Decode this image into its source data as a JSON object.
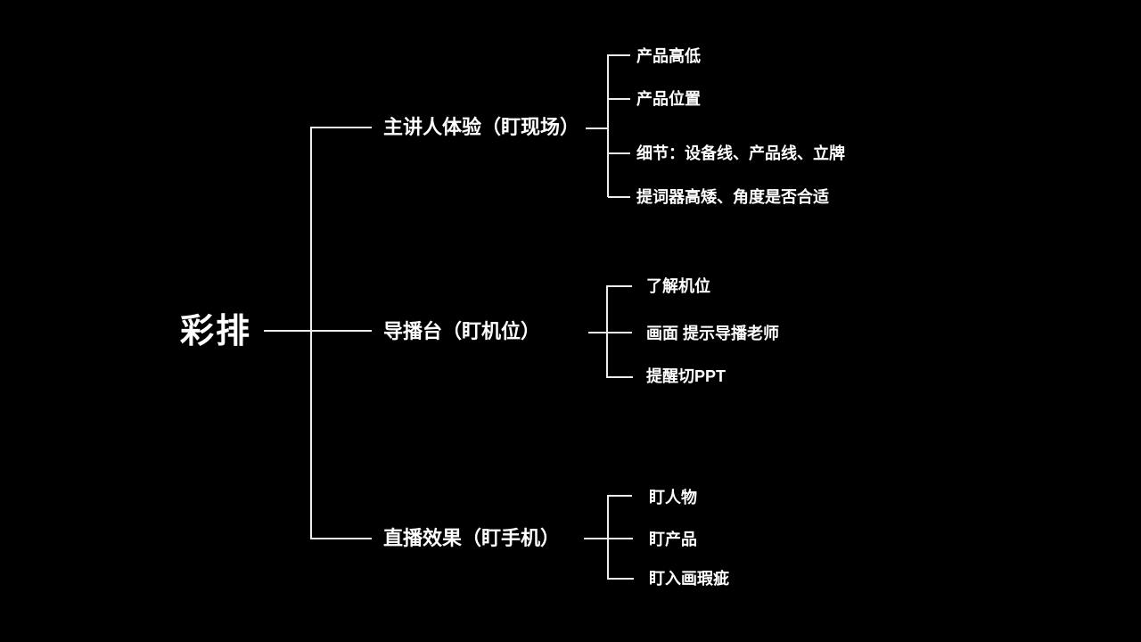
{
  "diagram": {
    "type": "mindmap",
    "root": "彩排",
    "branches": [
      {
        "label": "主讲人体验（盯现场）",
        "children": [
          "产品高低",
          "产品位置",
          "细节：设备线、产品线、立牌",
          "提词器高矮、角度是否合适"
        ]
      },
      {
        "label": "导播台（盯机位）",
        "children": [
          "了解机位",
          "画面 提示导播老师",
          "提醒切PPT"
        ]
      },
      {
        "label": "直播效果（盯手机）",
        "children": [
          "盯人物",
          "盯产品",
          "盯入画瑕疵"
        ]
      }
    ],
    "colors": {
      "background": "#000000",
      "text": "#ffffff",
      "line": "#ededed"
    }
  }
}
